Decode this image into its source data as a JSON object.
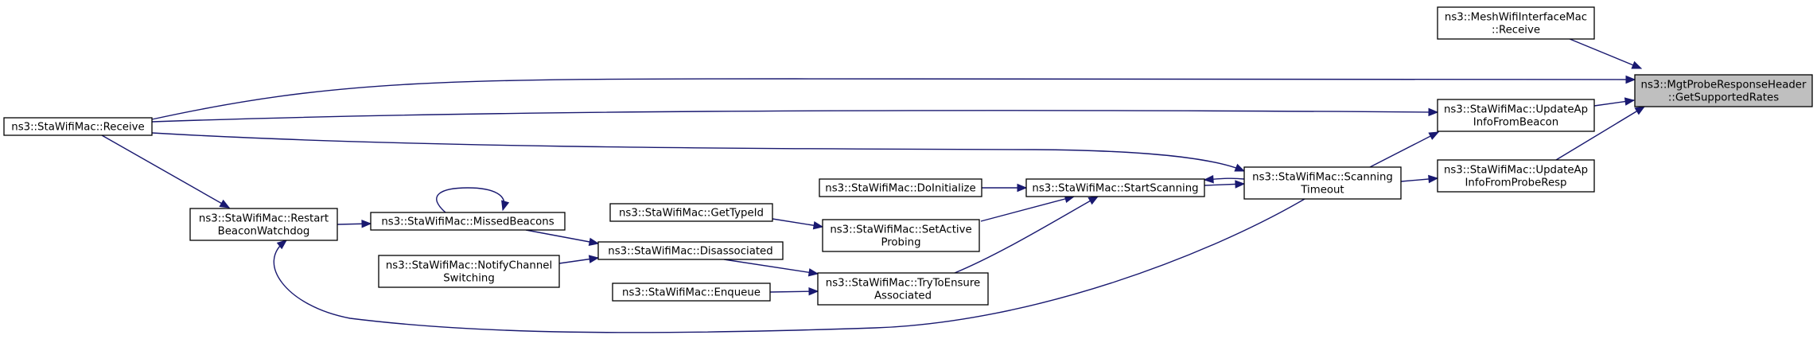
{
  "graph": {
    "colors": {
      "edge": "#191970",
      "node_fill": "#ffffff",
      "focus_fill": "#bfbfbf",
      "node_border": "#000000"
    },
    "nodes": [
      {
        "id": "target",
        "lines": [
          "ns3::MgtProbeResponseHeader",
          "::GetSupportedRates"
        ],
        "focus": true
      },
      {
        "id": "mesh_receive",
        "lines": [
          "ns3::MeshWifiInterfaceMac",
          "::Receive"
        ]
      },
      {
        "id": "update_beacon",
        "lines": [
          "ns3::StaWifiMac::UpdateAp",
          "InfoFromBeacon"
        ]
      },
      {
        "id": "update_probe",
        "lines": [
          "ns3::StaWifiMac::UpdateAp",
          "InfoFromProbeResp"
        ]
      },
      {
        "id": "receive",
        "lines": [
          "ns3::StaWifiMac::Receive"
        ]
      },
      {
        "id": "scan_timeout",
        "lines": [
          "ns3::StaWifiMac::Scanning",
          "Timeout"
        ]
      },
      {
        "id": "start_scan",
        "lines": [
          "ns3::StaWifiMac::StartScanning"
        ]
      },
      {
        "id": "do_init",
        "lines": [
          "ns3::StaWifiMac::DoInitialize"
        ]
      },
      {
        "id": "set_active",
        "lines": [
          "ns3::StaWifiMac::SetActive",
          "Probing"
        ]
      },
      {
        "id": "get_type",
        "lines": [
          "ns3::StaWifiMac::GetTypeId"
        ]
      },
      {
        "id": "try_ensure",
        "lines": [
          "ns3::StaWifiMac::TryToEnsure",
          "Associated"
        ]
      },
      {
        "id": "enqueue",
        "lines": [
          "ns3::StaWifiMac::Enqueue"
        ]
      },
      {
        "id": "disassoc",
        "lines": [
          "ns3::StaWifiMac::Disassociated"
        ]
      },
      {
        "id": "notify",
        "lines": [
          "ns3::StaWifiMac::NotifyChannel",
          "Switching"
        ]
      },
      {
        "id": "missed",
        "lines": [
          "ns3::StaWifiMac::MissedBeacons"
        ]
      },
      {
        "id": "restart",
        "lines": [
          "ns3::StaWifiMac::Restart",
          "BeaconWatchdog"
        ]
      }
    ],
    "edges": [
      {
        "from": "mesh_receive",
        "to": "target"
      },
      {
        "from": "receive",
        "to": "target"
      },
      {
        "from": "update_beacon",
        "to": "target"
      },
      {
        "from": "update_probe",
        "to": "target"
      },
      {
        "from": "receive",
        "to": "update_beacon"
      },
      {
        "from": "scan_timeout",
        "to": "update_beacon"
      },
      {
        "from": "scan_timeout",
        "to": "update_probe"
      },
      {
        "from": "receive",
        "to": "scan_timeout"
      },
      {
        "from": "start_scan",
        "to": "scan_timeout"
      },
      {
        "from": "scan_timeout",
        "to": "start_scan"
      },
      {
        "from": "do_init",
        "to": "start_scan"
      },
      {
        "from": "set_active",
        "to": "start_scan"
      },
      {
        "from": "try_ensure",
        "to": "start_scan"
      },
      {
        "from": "get_type",
        "to": "set_active"
      },
      {
        "from": "disassoc",
        "to": "try_ensure"
      },
      {
        "from": "enqueue",
        "to": "try_ensure"
      },
      {
        "from": "missed",
        "to": "disassoc"
      },
      {
        "from": "notify",
        "to": "disassoc"
      },
      {
        "from": "missed",
        "to": "missed"
      },
      {
        "from": "restart",
        "to": "missed"
      },
      {
        "from": "receive",
        "to": "restart"
      },
      {
        "from": "scan_timeout",
        "to": "restart"
      }
    ]
  }
}
